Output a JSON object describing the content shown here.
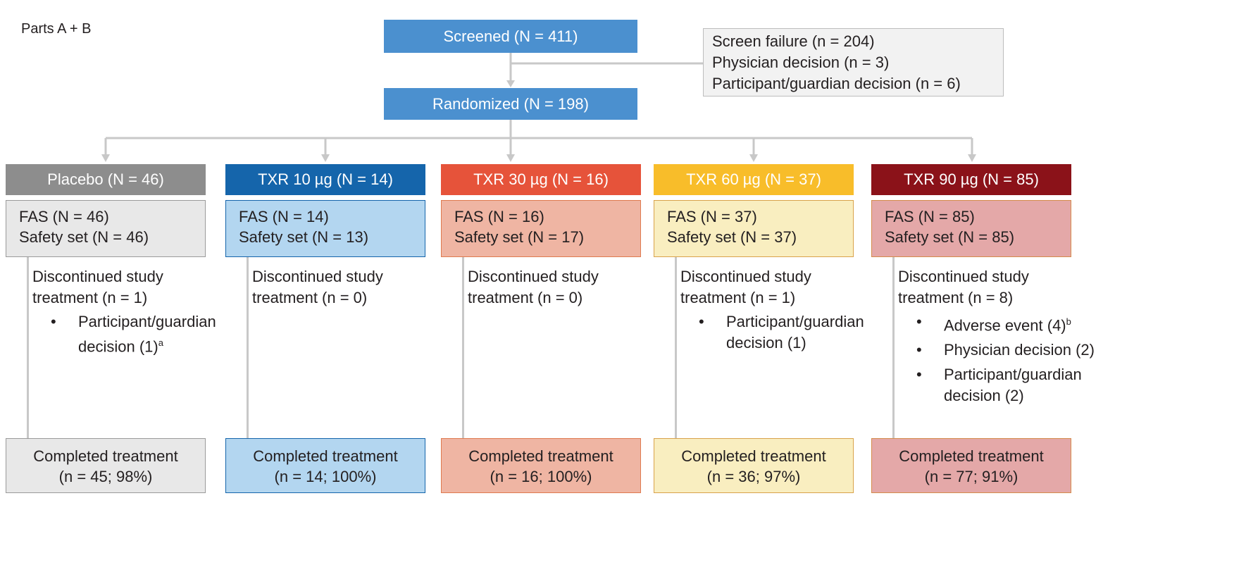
{
  "label": "Parts A + B",
  "screened": "Screened (N = 411)",
  "randomized": "Randomized (N = 198)",
  "exclusions": [
    "Screen failure (n = 204)",
    "Physician decision (n = 3)",
    "Participant/guardian decision (n = 6)"
  ],
  "groups": [
    {
      "header": "Placebo (N = 46)",
      "fas": "FAS (N = 46)",
      "safety": "Safety set (N = 46)",
      "disc": [
        "Discontinued study",
        "treatment (n = 1)"
      ],
      "reasons": [
        {
          "text": "Participant/guardian decision (1)",
          "sup": "a"
        }
      ],
      "completed": [
        "Completed treatment",
        "(n = 45; 98%)"
      ],
      "colors": {
        "header": "#8d8d8d",
        "box": "#e8e8e8",
        "border": "#9a9a9a"
      }
    },
    {
      "header": "TXR 10 µg (N = 14)",
      "fas": "FAS (N = 14)",
      "safety": "Safety set (N = 13)",
      "disc": [
        "Discontinued study",
        "treatment (n = 0)"
      ],
      "reasons": [],
      "completed": [
        "Completed treatment",
        "(n = 14; 100%)"
      ],
      "colors": {
        "header": "#1565ab",
        "box": "#b3d6f0",
        "border": "#1565ab"
      }
    },
    {
      "header": "TXR 30 µg (N = 16)",
      "fas": "FAS (N = 16)",
      "safety": "Safety set (N = 17)",
      "disc": [
        "Discontinued study",
        "treatment (n = 0)"
      ],
      "reasons": [],
      "completed": [
        "Completed treatment",
        "(n = 16; 100%)"
      ],
      "colors": {
        "header": "#e6533a",
        "box": "#efb5a3",
        "border": "#df7a4f"
      }
    },
    {
      "header": "TXR 60 µg (N = 37)",
      "fas": "FAS (N = 37)",
      "safety": "Safety set (N = 37)",
      "disc": [
        "Discontinued study",
        "treatment (n = 1)"
      ],
      "reasons": [
        {
          "text": "Participant/guardian decision (1)",
          "sup": ""
        }
      ],
      "completed": [
        "Completed treatment",
        "(n = 36; 97%)"
      ],
      "colors": {
        "header": "#f8bd2a",
        "box": "#f9eec0",
        "border": "#d9a24b"
      }
    },
    {
      "header": "TXR 90 µg (N = 85)",
      "fas": "FAS (N = 85)",
      "safety": "Safety set (N = 85)",
      "disc": [
        "Discontinued study",
        "treatment (n = 8)"
      ],
      "reasons": [
        {
          "text": "Adverse event (4)",
          "sup": "b"
        },
        {
          "text": "Physician decision (2)",
          "sup": ""
        },
        {
          "text": "Participant/guardian decision (2)",
          "sup": ""
        }
      ],
      "completed": [
        "Completed treatment",
        "(n = 77; 91%)"
      ],
      "colors": {
        "header": "#8b1219",
        "box": "#e4a8a8",
        "border": "#d48b4c"
      }
    }
  ]
}
